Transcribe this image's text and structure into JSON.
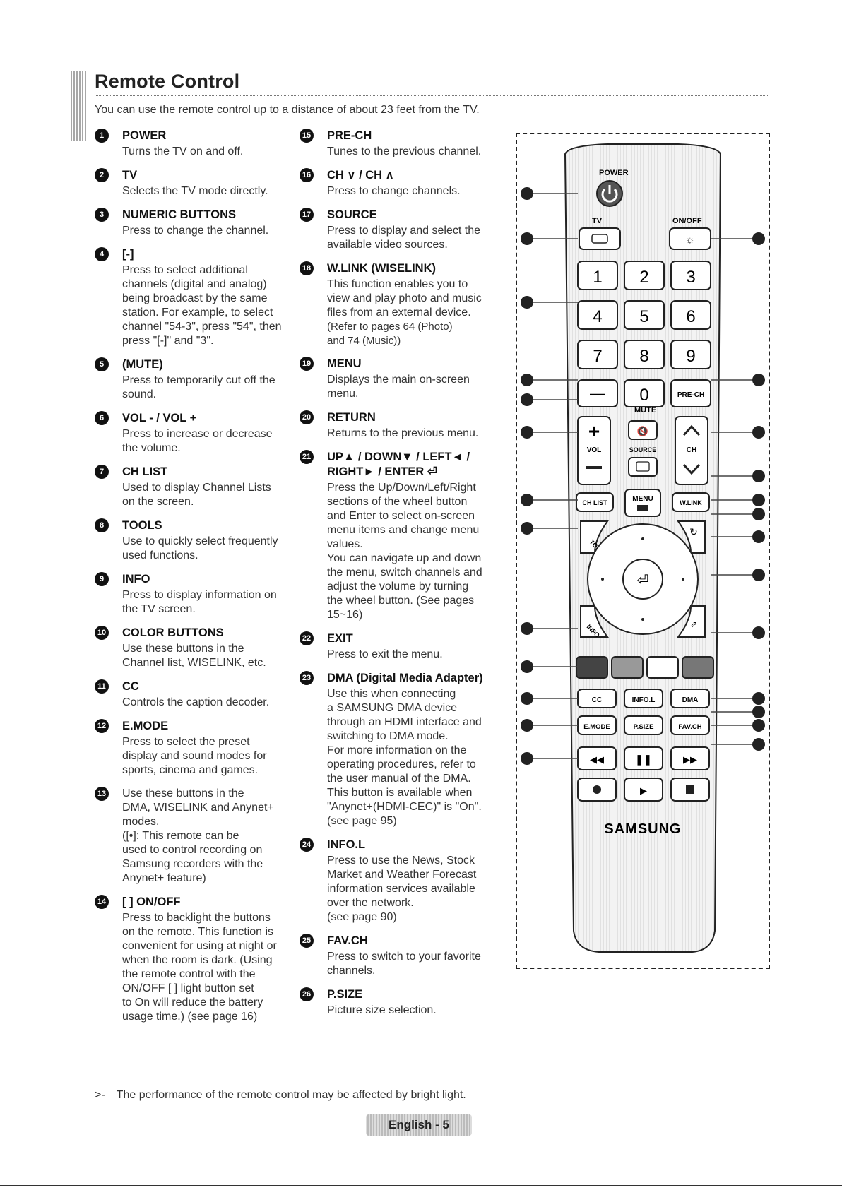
{
  "title": "Remote Control",
  "intro": "You can use the remote control up to a distance of about 23 feet from the TV.",
  "left_items": [
    {
      "n": "1",
      "head": "POWER",
      "desc": "Turns the TV on and off."
    },
    {
      "n": "2",
      "head": "TV",
      "desc": "Selects the TV mode directly."
    },
    {
      "n": "3",
      "head": "NUMERIC BUTTONS",
      "desc": "Press to change the channel."
    },
    {
      "n": "4",
      "head": "[-]",
      "desc": "Press to select additional\nchannels (digital and analog)\nbeing broadcast by the same\nstation. For example, to select\nchannel \"54-3\", press \"54\", then\npress \"[-]\" and \"3\"."
    },
    {
      "n": "5",
      "head": "(MUTE)",
      "desc": "Press to temporarily cut off the\nsound."
    },
    {
      "n": "6",
      "head": "VOL - / VOL +",
      "desc": "Press to increase or decrease\nthe volume."
    },
    {
      "n": "7",
      "head": "CH LIST",
      "desc": "Used to display Channel Lists\non the screen."
    },
    {
      "n": "8",
      "head": "TOOLS",
      "desc": "Use to quickly select frequently\nused functions."
    },
    {
      "n": "9",
      "head": "INFO",
      "desc": "Press to display information on\nthe TV screen."
    },
    {
      "n": "10",
      "head": "COLOR BUTTONS",
      "desc": "Use these buttons in the\nChannel list, WISELINK, etc."
    },
    {
      "n": "11",
      "head": "CC",
      "desc": "Controls the caption decoder."
    },
    {
      "n": "12",
      "head": "E.MODE",
      "desc": "Press to select the preset\ndisplay and sound modes for\nsports, cinema and games."
    },
    {
      "n": "13",
      "head": "",
      "desc": "Use these buttons in the\nDMA, WISELINK and Anynet+\nmodes.\n([•]: This remote can be\nused to control recording on\nSamsung recorders with the\nAnynet+ feature)"
    },
    {
      "n": "14",
      "head": "[ ] ON/OFF",
      "desc": "Press to backlight the buttons\non the remote. This function is\nconvenient for using at night or\nwhen the room is dark. (Using\nthe remote control with the\nON/OFF [ ] light button set\nto On will reduce the battery\nusage time.) (see page 16)"
    }
  ],
  "right_items": [
    {
      "n": "15",
      "head": "PRE-CH",
      "desc": "Tunes to the previous channel."
    },
    {
      "n": "16",
      "head": "CH ∨ / CH ∧",
      "desc": "Press to change channels."
    },
    {
      "n": "17",
      "head": "SOURCE",
      "desc": "Press to display and select the\navailable video sources."
    },
    {
      "n": "18",
      "head": "W.LINK (WISELINK)",
      "desc": "This function enables you to\nview and play photo and music\nfiles from an external device.",
      "sub": "(Refer to pages 64 (Photo)\nand 74 (Music))"
    },
    {
      "n": "19",
      "head": "MENU",
      "desc": "Displays the main on-screen\nmenu."
    },
    {
      "n": "20",
      "head": "RETURN",
      "desc": "Returns to the previous menu."
    },
    {
      "n": "21",
      "head": "UP▲ / DOWN▼ / LEFT◄ /\nRIGHT► / ENTER ⏎",
      "desc": "Press the Up/Down/Left/Right\nsections of the wheel button\nand Enter to select on-screen\nmenu items and change menu\nvalues.\nYou can navigate up and down\nthe menu, switch channels and\nadjust the volume by turning\nthe wheel button. (See pages\n15~16)"
    },
    {
      "n": "22",
      "head": "EXIT",
      "desc": "Press to exit the menu."
    },
    {
      "n": "23",
      "head": "DMA (Digital Media Adapter)",
      "desc": "Use this when connecting\na SAMSUNG DMA device\nthrough an HDMI interface and\nswitching to DMA mode.\nFor more information on the\noperating procedures, refer to\nthe user manual of the DMA.\nThis button is available when\n\"Anynet+(HDMI-CEC)\" is \"On\".\n(see page 95)"
    },
    {
      "n": "24",
      "head": "INFO.L",
      "desc": "Press to use the News, Stock\nMarket and Weather Forecast\ninformation services available\nover the network.\n(see page 90)"
    },
    {
      "n": "25",
      "head": "FAV.CH",
      "desc": "Press to switch to your favorite\nchannels."
    },
    {
      "n": "26",
      "head": "P.SIZE",
      "desc": "Picture size selection."
    }
  ],
  "remote": {
    "power": "POWER",
    "tv": "TV",
    "onoff": "ON/OFF",
    "digits": [
      "1",
      "2",
      "3",
      "4",
      "5",
      "6",
      "7",
      "8",
      "9"
    ],
    "dash": "—",
    "zero": "0",
    "prech": "PRE-CH",
    "mute": "MUTE",
    "vol": "VOL",
    "source": "SOURCE",
    "ch": "CH",
    "chlist": "CH LIST",
    "menu": "MENU",
    "wlink": "W.LINK",
    "tools": "TOOLS",
    "info": "INFO",
    "cc": "CC",
    "infol": "INFO.L",
    "dma": "DMA",
    "emode": "E.MODE",
    "psize": "P.SIZE",
    "favch": "FAV.CH",
    "brand": "SAMSUNG"
  },
  "footnote": "The performance of the remote control may be affected by bright light.",
  "page_label": "English - 5"
}
